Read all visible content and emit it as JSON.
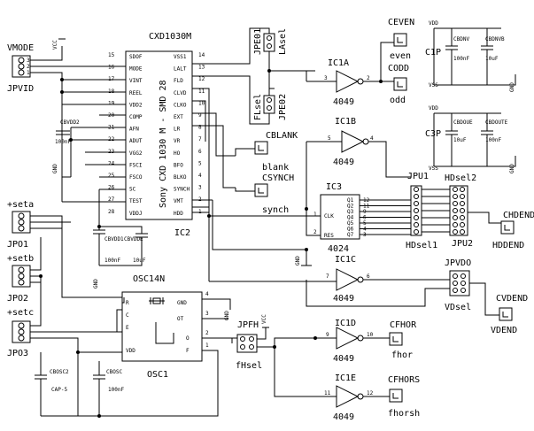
{
  "chips": {
    "ic2": {
      "title": "CXD1030M",
      "body": "Sony CXD 1030 M - SMD 28",
      "ref": "IC2",
      "left_pins": [
        {
          "n": "15",
          "name": "SDOF"
        },
        {
          "n": "16",
          "name": "MODE"
        },
        {
          "n": "17",
          "name": "VINT"
        },
        {
          "n": "18",
          "name": "REEL"
        },
        {
          "n": "19",
          "name": "VDD2"
        },
        {
          "n": "20",
          "name": "COMP"
        },
        {
          "n": "21",
          "name": "AFN"
        },
        {
          "n": "22",
          "name": "ADUT"
        },
        {
          "n": "23",
          "name": "VGG2"
        },
        {
          "n": "24",
          "name": "FSCI"
        },
        {
          "n": "25",
          "name": "FSCO"
        },
        {
          "n": "26",
          "name": "SC"
        },
        {
          "n": "27",
          "name": "TEST"
        },
        {
          "n": "28",
          "name": "VDDJ"
        }
      ],
      "right_pins": [
        {
          "n": "14",
          "name": "VSS1"
        },
        {
          "n": "13",
          "name": "LALT"
        },
        {
          "n": "12",
          "name": "FLD"
        },
        {
          "n": "11",
          "name": "CLVD"
        },
        {
          "n": "10",
          "name": "CLKO"
        },
        {
          "n": "9",
          "name": "EXT"
        },
        {
          "n": "8",
          "name": "LR"
        },
        {
          "n": "7",
          "name": "VR"
        },
        {
          "n": "6",
          "name": "HO"
        },
        {
          "n": "5",
          "name": "BFO"
        },
        {
          "n": "4",
          "name": "BLKO"
        },
        {
          "n": "3",
          "name": "SYNCH"
        },
        {
          "n": "2",
          "name": "VMT"
        },
        {
          "n": "1",
          "name": "HDD"
        }
      ]
    },
    "ic3": {
      "ref": "IC3",
      "part": "4024",
      "clk": "CLK",
      "res": "RES",
      "outputs": [
        "Q1",
        "Q2",
        "Q3",
        "Q4",
        "Q5",
        "Q6",
        "Q7"
      ],
      "out_pins": [
        "12",
        "11",
        "9",
        "6",
        "5",
        "4",
        "3"
      ],
      "in_pins": [
        "1",
        "2"
      ]
    },
    "inverters": [
      {
        "ref": "IC1A",
        "part": "4049",
        "in": "3",
        "out": "2"
      },
      {
        "ref": "IC1B",
        "part": "4049",
        "in": "5",
        "out": "4"
      },
      {
        "ref": "IC1C",
        "part": "4049",
        "in": "7",
        "out": "6"
      },
      {
        "ref": "IC1D",
        "part": "4049",
        "in": "9",
        "out": "10"
      },
      {
        "ref": "IC1E",
        "part": "4049",
        "in": "11",
        "out": "12"
      }
    ],
    "osc": {
      "title": "OSC14N",
      "ref": "OSC1",
      "pins": [
        "GND",
        "OT",
        "O",
        "F",
        "R",
        "C",
        "E",
        "VDD"
      ],
      "nums": [
        "4",
        "3",
        "2",
        "1"
      ]
    }
  },
  "connectors": {
    "vmode": {
      "title": "VMODE",
      "ref": "JPVID",
      "pins": [
        "3",
        "2",
        "1"
      ]
    },
    "jp01": {
      "title": "+seta",
      "ref": "JPO1"
    },
    "jp02": {
      "title": "+setb",
      "ref": "JPO2"
    },
    "jp03": {
      "title": "+setc",
      "ref": "JPO3"
    },
    "jpe01": {
      "top": "JPE01",
      "side": "LAsel"
    },
    "jpe02": {
      "ref": "JPE02",
      "side": "FLsel"
    },
    "jpu1": {
      "ref": "JPU1",
      "sub": "HDsel1"
    },
    "jpu2": {
      "ref": "JPU2",
      "top": "HDsel2"
    },
    "jpvdo": {
      "ref": "JPVDO",
      "sub": "VDsel"
    },
    "jpfh": {
      "ref": "JPFH",
      "sub": "fHsel"
    }
  },
  "test_points": [
    {
      "name": "CEVEN",
      "label": "even"
    },
    {
      "name": "CODD",
      "label": "odd"
    },
    {
      "name": "CBLANK",
      "label": "blank"
    },
    {
      "name": "CSYNCH",
      "label": "synch"
    },
    {
      "name": "CHDEND",
      "label": "HDDEND"
    },
    {
      "name": "CVDEND",
      "label": "VDEND"
    },
    {
      "name": "CFHOR",
      "label": "fhor"
    },
    {
      "name": "CFHORS",
      "label": "fhorsh"
    }
  ],
  "caps": {
    "c1": {
      "ref": "C1P",
      "a": "CBDNV",
      "b": "CBDNVB",
      "va": "100nF",
      "vb": "10uF"
    },
    "c3": {
      "ref": "C3P",
      "a": "CBDOUE",
      "b": "CBDOUTE",
      "va": "10uF",
      "vb": "100nF"
    },
    "cbvdd2": {
      "ref": "CBVDD2",
      "val": "100nF"
    },
    "cbvdd1": {
      "ref": "CBVDD1",
      "val": "100nF"
    },
    "cbvdde": {
      "ref": "CBVDDE",
      "val": "10uF"
    },
    "cbosc2": {
      "ref": "CBOSC2",
      "val": "CAP-5"
    },
    "cbosc": {
      "ref": "CBOSC",
      "val": "100nF"
    }
  },
  "power": {
    "vcc": "VCC",
    "gnd": "GND",
    "vdd": "VDD",
    "vss": "VSS"
  }
}
